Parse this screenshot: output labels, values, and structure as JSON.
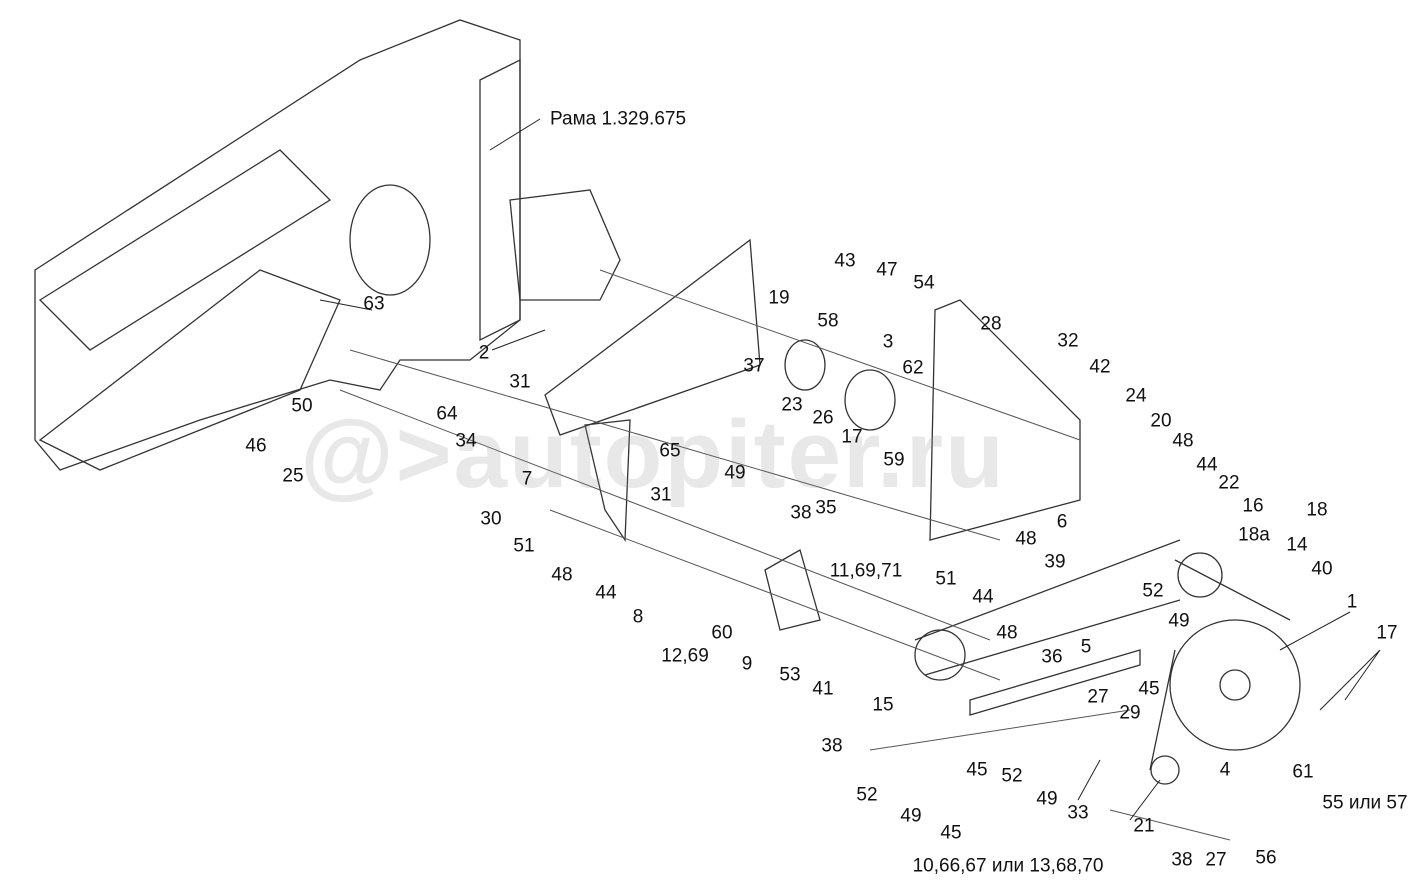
{
  "watermark": "@>autopiter.ru",
  "frame_label": "Рама 1.329.675",
  "labels": [
    {
      "id": "63",
      "text": "63"
    },
    {
      "id": "2",
      "text": "2"
    },
    {
      "id": "31a",
      "text": "31"
    },
    {
      "id": "50",
      "text": "50"
    },
    {
      "id": "46",
      "text": "46"
    },
    {
      "id": "25",
      "text": "25"
    },
    {
      "id": "34",
      "text": "34"
    },
    {
      "id": "64",
      "text": "64"
    },
    {
      "id": "7",
      "text": "7"
    },
    {
      "id": "30",
      "text": "30"
    },
    {
      "id": "65",
      "text": "65"
    },
    {
      "id": "31b",
      "text": "31"
    },
    {
      "id": "37",
      "text": "37"
    },
    {
      "id": "19",
      "text": "19"
    },
    {
      "id": "58",
      "text": "58"
    },
    {
      "id": "43",
      "text": "43"
    },
    {
      "id": "47",
      "text": "47"
    },
    {
      "id": "54",
      "text": "54"
    },
    {
      "id": "3",
      "text": "3"
    },
    {
      "id": "62",
      "text": "62"
    },
    {
      "id": "23",
      "text": "23"
    },
    {
      "id": "26",
      "text": "26"
    },
    {
      "id": "17a",
      "text": "17"
    },
    {
      "id": "59",
      "text": "59"
    },
    {
      "id": "49a",
      "text": "49"
    },
    {
      "id": "38a",
      "text": "38"
    },
    {
      "id": "35",
      "text": "35"
    },
    {
      "id": "28",
      "text": "28"
    },
    {
      "id": "32",
      "text": "32"
    },
    {
      "id": "42",
      "text": "42"
    },
    {
      "id": "24",
      "text": "24"
    },
    {
      "id": "20",
      "text": "20"
    },
    {
      "id": "48a",
      "text": "48"
    },
    {
      "id": "44a",
      "text": "44"
    },
    {
      "id": "22",
      "text": "22"
    },
    {
      "id": "16",
      "text": "16"
    },
    {
      "id": "18",
      "text": "18"
    },
    {
      "id": "18a",
      "text": "18а"
    },
    {
      "id": "14",
      "text": "14"
    },
    {
      "id": "40",
      "text": "40"
    },
    {
      "id": "6",
      "text": "6"
    },
    {
      "id": "39",
      "text": "39"
    },
    {
      "id": "48b",
      "text": "48"
    },
    {
      "id": "51a",
      "text": "51"
    },
    {
      "id": "44b",
      "text": "44"
    },
    {
      "id": "52a",
      "text": "52"
    },
    {
      "id": "49b",
      "text": "49"
    },
    {
      "id": "11",
      "text": "11,69,71"
    },
    {
      "id": "51b",
      "text": "51"
    },
    {
      "id": "48c",
      "text": "48"
    },
    {
      "id": "44c",
      "text": "44"
    },
    {
      "id": "8",
      "text": "8"
    },
    {
      "id": "12",
      "text": "12,69"
    },
    {
      "id": "60",
      "text": "60"
    },
    {
      "id": "9",
      "text": "9"
    },
    {
      "id": "53",
      "text": "53"
    },
    {
      "id": "41",
      "text": "41"
    },
    {
      "id": "48d",
      "text": "48"
    },
    {
      "id": "36",
      "text": "36"
    },
    {
      "id": "5",
      "text": "5"
    },
    {
      "id": "27a",
      "text": "27"
    },
    {
      "id": "29",
      "text": "29"
    },
    {
      "id": "45a",
      "text": "45"
    },
    {
      "id": "15",
      "text": "15"
    },
    {
      "id": "38b",
      "text": "38"
    },
    {
      "id": "1",
      "text": "1"
    },
    {
      "id": "17b",
      "text": "17"
    },
    {
      "id": "61",
      "text": "61"
    },
    {
      "id": "55",
      "text": "55 или 57"
    },
    {
      "id": "45b",
      "text": "45"
    },
    {
      "id": "52b",
      "text": "52"
    },
    {
      "id": "49c",
      "text": "49"
    },
    {
      "id": "33",
      "text": "33"
    },
    {
      "id": "4",
      "text": "4"
    },
    {
      "id": "21",
      "text": "21"
    },
    {
      "id": "52c",
      "text": "52"
    },
    {
      "id": "49d",
      "text": "49"
    },
    {
      "id": "45c",
      "text": "45"
    },
    {
      "id": "38c",
      "text": "38"
    },
    {
      "id": "27b",
      "text": "27"
    },
    {
      "id": "56",
      "text": "56"
    },
    {
      "id": "10",
      "text": "10,66,67 или 13,68,70"
    }
  ]
}
